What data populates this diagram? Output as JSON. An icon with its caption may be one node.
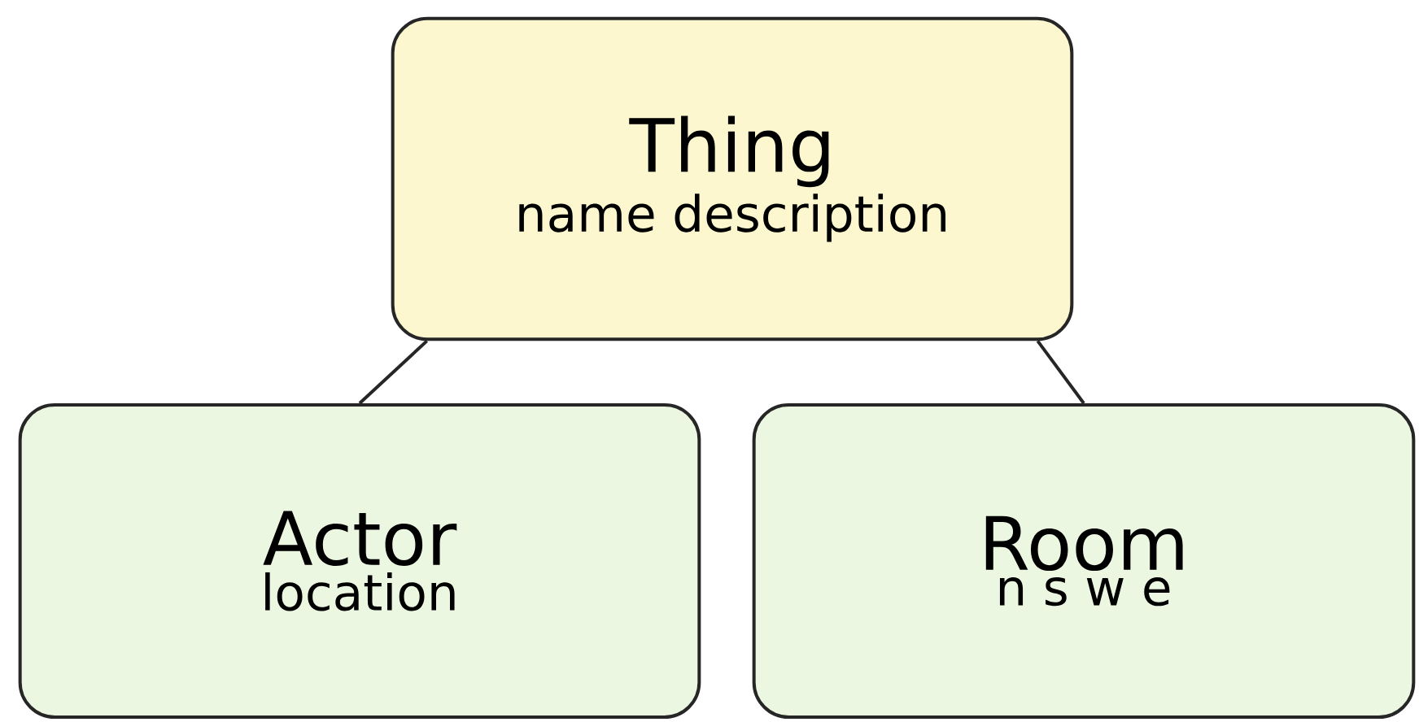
{
  "diagram": {
    "nodes": [
      {
        "text": [
          "Thing",
          "name description"
        ]
      },
      {
        "text": [
          "Actor",
          "location"
        ]
      },
      {
        "text": [
          "Room",
          "n s w e"
        ]
      }
    ],
    "edges": [
      {
        "from": 0,
        "to": 1,
        "arrow": "none"
      },
      {
        "from": 0,
        "to": 2,
        "arrow": "none"
      }
    ]
  }
}
